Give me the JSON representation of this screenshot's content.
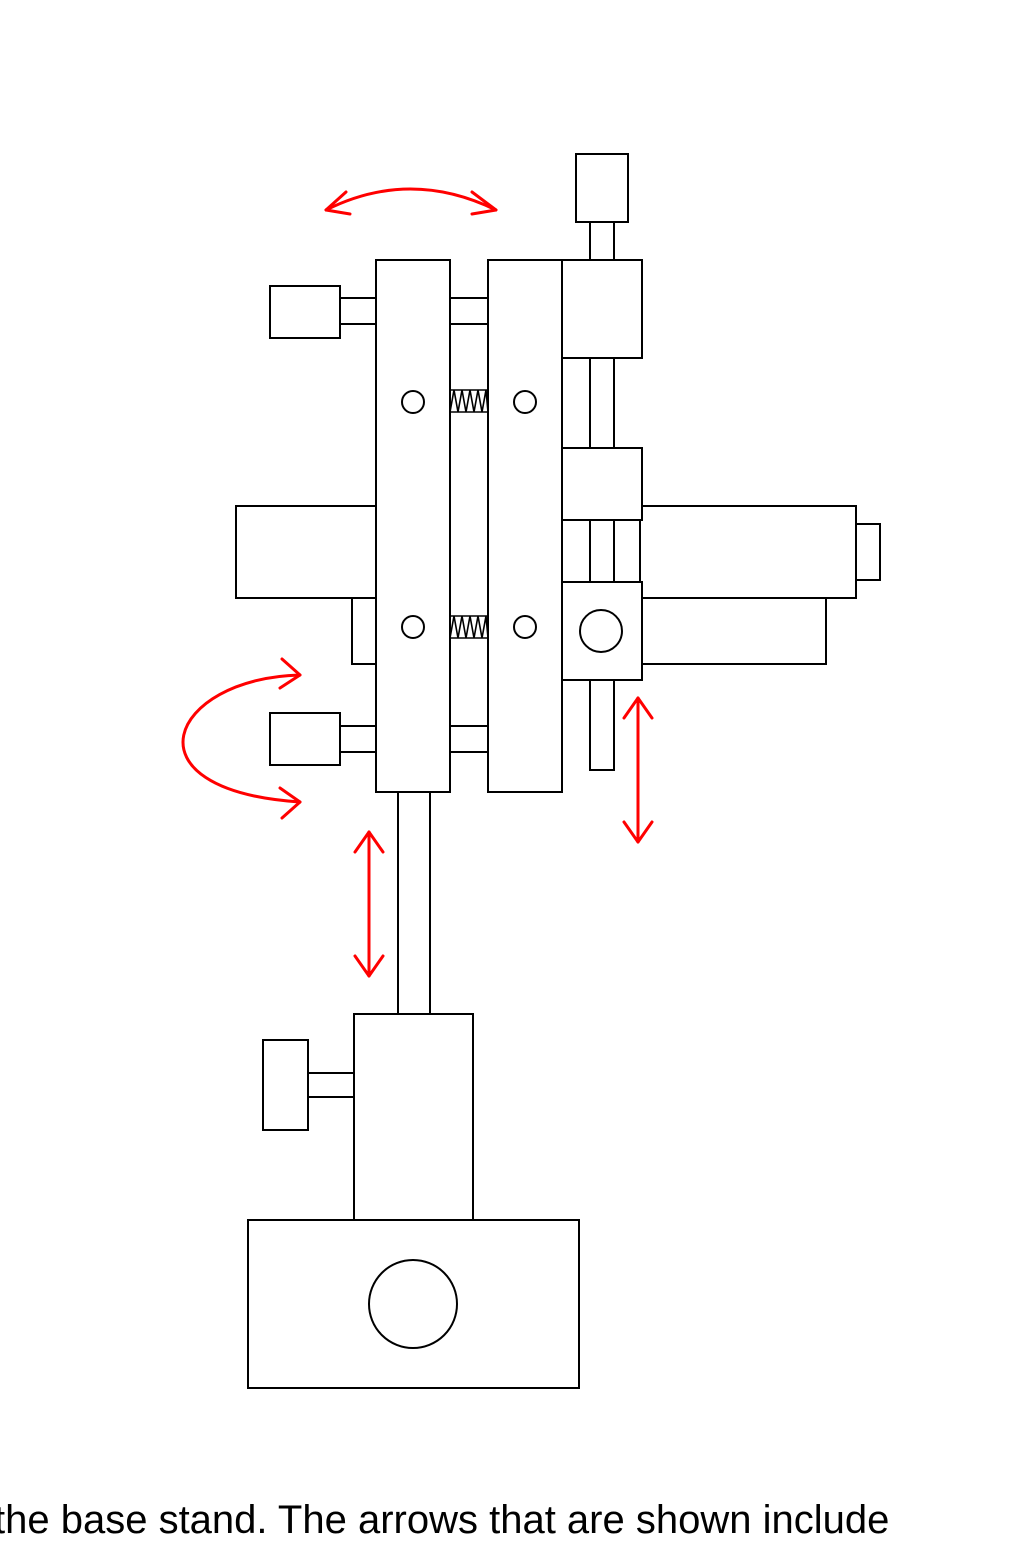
{
  "diagram": {
    "arrow_color": "#ff0000",
    "line_color": "#000000",
    "background": "#ffffff",
    "components": [
      "base-block",
      "base-hole",
      "clamp-block",
      "clamp-knob",
      "vertical-rod",
      "left-plate",
      "right-plate",
      "springs",
      "side-knobs",
      "top-knob",
      "slide-rod",
      "horizontal-bars"
    ],
    "motion_arrows": [
      "top-curved-arrow",
      "left-curved-arrow",
      "left-vertical-arrow",
      "right-vertical-arrow"
    ]
  },
  "caption": {
    "text": "the base stand. The arrows that are shown include"
  }
}
